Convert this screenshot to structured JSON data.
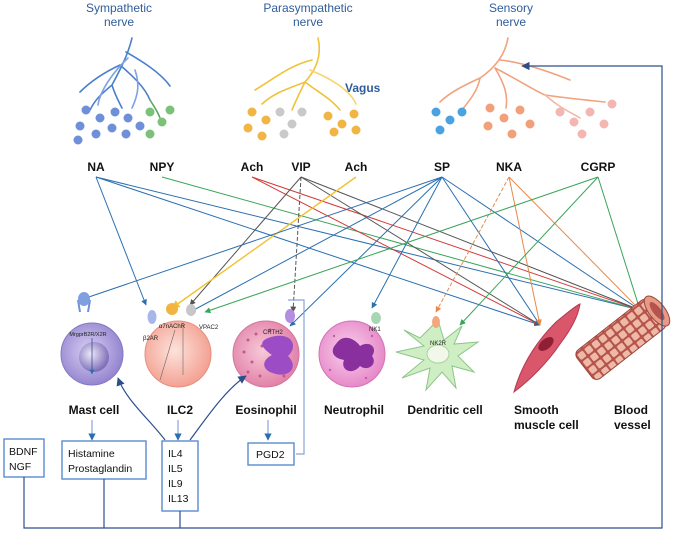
{
  "nerves": {
    "sympathetic": [
      "Sympathetic",
      "nerve"
    ],
    "parasympathetic": [
      "Parasympathetic",
      "nerve"
    ],
    "sensory": [
      "Sensory",
      "nerve"
    ],
    "vagus": "Vagus"
  },
  "transmitters": {
    "na": "NA",
    "npy": "NPY",
    "ach_left": "Ach",
    "vip": "VIP",
    "ach_right": "Ach",
    "sp": "SP",
    "nka": "NKA",
    "cgrp": "CGRP"
  },
  "cells": {
    "mast": "Mast cell",
    "ilc2": "ILC2",
    "eosinophil": "Eosinophil",
    "neutrophil": "Neutrophil",
    "dendritic": "Dendritic cell",
    "smooth": [
      "Smooth",
      "muscle cell"
    ],
    "vessel": [
      "Blood",
      "vessel"
    ]
  },
  "receptors": {
    "mast": "MrgprB2R/X2R",
    "ilc2_a7": "α7nAChR",
    "ilc2_vpac": "VPAC2",
    "ilc2_b2": "β2AR",
    "eos": "CRTH2",
    "neut": "NK1",
    "dc": "NK2R"
  },
  "boxes": {
    "neurotrophins": [
      "BDNF",
      "NGF"
    ],
    "mast_products": [
      "Histamine",
      "Prostaglandin"
    ],
    "interleukins": [
      "IL4",
      "IL5",
      "IL9",
      "IL13"
    ],
    "pgd2": "PGD2"
  },
  "colors": {
    "title_blue": "#2f5d9a",
    "sympathetic_bulb": "#6f8fd8",
    "parasympathetic_bulb": "#f0b545",
    "sensory_bulb": "#f2a07a",
    "arrow_blue": "#2a6fb0",
    "arrow_red": "#d23b3b",
    "arrow_green": "#3aa55a",
    "arrow_orange": "#e7894a",
    "arrow_yellow": "#f1c232",
    "arrow_gray": "#555555",
    "mast_fill": "#a89bd9",
    "ilc2_fill": "#f6b9ad",
    "eos_fill": "#e99ab8",
    "neut_fill": "#ec9bd0",
    "dc_fill": "#cfeec3",
    "smooth_fill": "#d9566b",
    "vessel_fill": "#c96a5a"
  }
}
